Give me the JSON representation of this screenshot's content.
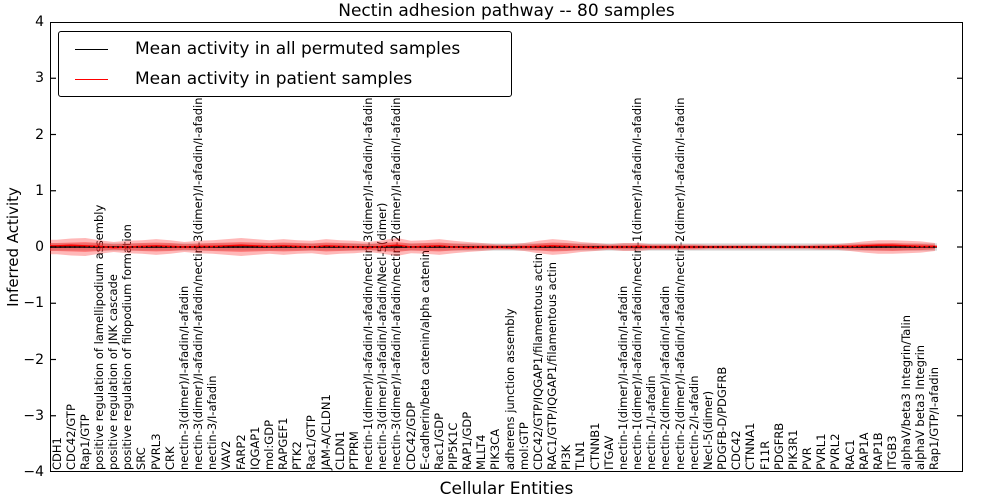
{
  "figure": {
    "title": "Nectin adhesion pathway -- 80 samples",
    "xlabel": "Cellular Entities",
    "ylabel": "Inferred Activity"
  },
  "chart_data": {
    "type": "line",
    "title": "Nectin adhesion pathway -- 80 samples",
    "xlabel": "Cellular Entities",
    "ylabel": "Inferred Activity",
    "ylim": [
      -4,
      4
    ],
    "ytick_labels": [
      "4",
      "3",
      "2",
      "1",
      "0",
      "−1",
      "−2",
      "−3",
      "−4"
    ],
    "grid": false,
    "legend_position": "upper left",
    "x_categories": [
      "CDH1",
      "CDC42/GTP",
      "Rap1/GTP",
      "positive regulation of lamellipodium assembly",
      "positive regulation of JNK cascade",
      "positive regulation of filopodium formation",
      "SRC",
      "PVRL3",
      "CRK",
      "nectin-3(dimer)/I-afadin/I-afadin",
      "nectin-3(dimer)/I-afadin/I-afadin/nectin-3(dimer)/I-afadin/I-afadin",
      "nectin-3/I-afadin",
      "VAV2",
      "FARP2",
      "IQGAP1",
      "mol:GDP",
      "RAPGEF1",
      "PTK2",
      "Rac1/GTP",
      "JAM-A/CLDN1",
      "CLDN1",
      "PTPRM",
      "nectin-1(dimer)/I-afadin/I-afadin/nectin-3(dimer)/I-afadin/I-afadin",
      "nectin-3(dimer)/I-afadin/I-afadin/Necl-5(dimer)",
      "nectin-3(dimer)/I-afadin/I-afadin/nectin-2(dimer)/I-afadin/I-afadin",
      "CDC42/GDP",
      "E-cadherin/beta catenin/alpha catenin",
      "Rac1/GDP",
      "PIP5K1C",
      "RAP1/GDP",
      "MLLT4",
      "PIK3CA",
      "adherens junction assembly",
      "mol:GTP",
      "CDC42/GTP/IQGAP1/filamentous actin",
      "RAC1/GTP/IQGAP1/filamentous actin",
      "PI3K",
      "TLN1",
      "CTNNB1",
      "ITGAV",
      "nectin-1(dimer)/I-afadin/I-afadin",
      "nectin-1(dimer)/I-afadin/I-afadin/nectin-1(dimer)/I-afadin/I-afadin",
      "nectin-1/I-afadin",
      "nectin-2(dimer)/I-afadin/I-afadin",
      "nectin-2(dimer)/I-afadin/I-afadin/nectin-2(dimer)/I-afadin/I-afadin",
      "nectin-2/I-afadin",
      "Necl-5(dimer)",
      "PDGFB-D/PDGFRB",
      "CDC42",
      "CTNNA1",
      "F11R",
      "PDGFRB",
      "PIK3R1",
      "PVR",
      "PVRL1",
      "PVRL2",
      "RAC1",
      "RAP1A",
      "RAP1B",
      "ITGB3",
      "alphaV/beta3 Integrin/Talin",
      "alphaV beta3 Integrin",
      "Rap1/GTP/I-afadin"
    ],
    "series": [
      {
        "name": "Mean activity in all permuted samples",
        "color": "#000000",
        "values": [
          0,
          0,
          0,
          0,
          0,
          0,
          0,
          0,
          0,
          0,
          0,
          0,
          0,
          0,
          0,
          0,
          0,
          0,
          0,
          0,
          0,
          0,
          0,
          0,
          0,
          0,
          0,
          0,
          0,
          0,
          0,
          0,
          0,
          0,
          0,
          0,
          0,
          0,
          0,
          0,
          0,
          0,
          0,
          0,
          0,
          0,
          0,
          0,
          0,
          0,
          0,
          0,
          0,
          0,
          0,
          0,
          0,
          0,
          0,
          0,
          0,
          0,
          0
        ]
      },
      {
        "name": "Mean activity in patient samples",
        "color": "#ff0000",
        "values": [
          0.02,
          0.03,
          0.02,
          0.01,
          -0.01,
          0,
          0.01,
          0.02,
          0.01,
          0,
          0.01,
          0.01,
          0.02,
          0.03,
          0.02,
          0.01,
          0.02,
          0.01,
          0,
          0.02,
          0.01,
          0,
          -0.01,
          0.01,
          0.03,
          0,
          0.01,
          0.02,
          0,
          -0.01,
          0,
          0,
          -0.01,
          0,
          0.01,
          0.02,
          0.01,
          0,
          -0.01,
          0,
          0,
          0.01,
          0,
          0,
          0,
          0,
          0,
          0,
          0,
          0,
          0,
          0,
          0,
          0,
          0,
          0.01,
          0.01,
          0.02,
          0.03,
          0.03,
          0.02,
          0.01,
          0.01
        ]
      }
    ],
    "patient_band_outer": [
      0.13,
      0.15,
      0.16,
      0.12,
      0.09,
      0.11,
      0.12,
      0.14,
      0.12,
      0.09,
      0.11,
      0.12,
      0.14,
      0.16,
      0.14,
      0.12,
      0.14,
      0.12,
      0.11,
      0.14,
      0.12,
      0.11,
      0.09,
      0.12,
      0.16,
      0.11,
      0.12,
      0.14,
      0.11,
      0.09,
      0.07,
      0.05,
      0.05,
      0.07,
      0.11,
      0.14,
      0.12,
      0.09,
      0.07,
      0.05,
      0.07,
      0.07,
      0.05,
      0.05,
      0.05,
      0.05,
      0.04,
      0.04,
      0.04,
      0.04,
      0.04,
      0.04,
      0.04,
      0.04,
      0.05,
      0.05,
      0.07,
      0.1,
      0.12,
      0.12,
      0.11,
      0.1,
      0.07
    ],
    "patient_band_inner": [
      0.07,
      0.08,
      0.09,
      0.07,
      0.05,
      0.06,
      0.07,
      0.08,
      0.07,
      0.05,
      0.06,
      0.07,
      0.08,
      0.09,
      0.08,
      0.07,
      0.08,
      0.07,
      0.06,
      0.08,
      0.07,
      0.06,
      0.05,
      0.07,
      0.09,
      0.06,
      0.07,
      0.08,
      0.06,
      0.05,
      0.04,
      0.03,
      0.03,
      0.04,
      0.06,
      0.08,
      0.07,
      0.05,
      0.04,
      0.03,
      0.04,
      0.04,
      0.03,
      0.03,
      0.03,
      0.03,
      0.02,
      0.02,
      0.02,
      0.02,
      0.02,
      0.02,
      0.02,
      0.02,
      0.03,
      0.03,
      0.04,
      0.055,
      0.065,
      0.07,
      0.06,
      0.055,
      0.04
    ],
    "permuted_band_halfwidth": 0.065,
    "zero_line": {
      "y": 0,
      "color": "#000000",
      "style": "dotted"
    },
    "band_colors": {
      "patient_fill": "#ff0000",
      "permuted_fill": "#aaaaaa"
    }
  }
}
